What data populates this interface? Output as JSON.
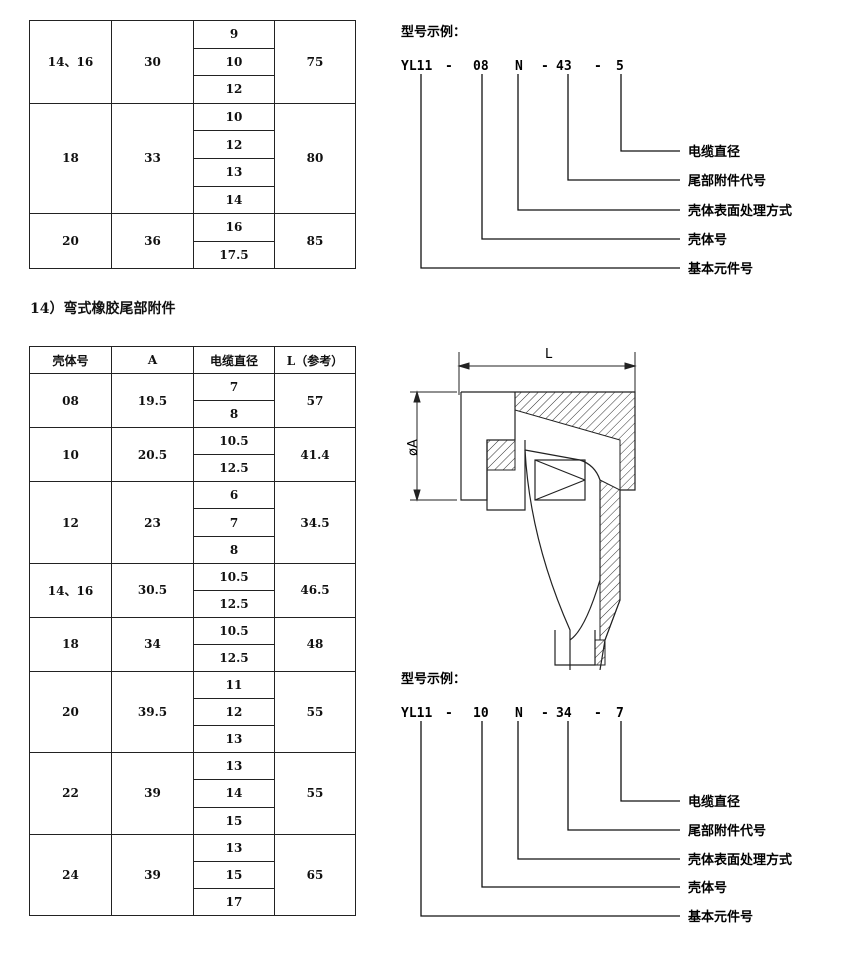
{
  "table1": {
    "rows": [
      {
        "shell": "14、16",
        "a": "30",
        "cables": [
          "9",
          "10",
          "12"
        ],
        "l": "75"
      },
      {
        "shell": "18",
        "a": "33",
        "cables": [
          "10",
          "12",
          "13",
          "14"
        ],
        "l": "80"
      },
      {
        "shell": "20",
        "a": "36",
        "cables": [
          "16",
          "17.5"
        ],
        "l": "85"
      }
    ]
  },
  "section14": {
    "title": "14）弯式橡胶尾部附件"
  },
  "table2": {
    "headers": [
      "壳体号",
      "A",
      "电缆直径",
      "L（参考）"
    ],
    "rows": [
      {
        "shell": "08",
        "a": "19.5",
        "cables": [
          "7",
          "8"
        ],
        "l": "57"
      },
      {
        "shell": "10",
        "a": "20.5",
        "cables": [
          "10.5",
          "12.5"
        ],
        "l": "41.4"
      },
      {
        "shell": "12",
        "a": "23",
        "cables": [
          "6",
          "7",
          "8"
        ],
        "l": "34.5"
      },
      {
        "shell": "14、16",
        "a": "30.5",
        "cables": [
          "10.5",
          "12.5"
        ],
        "l": "46.5"
      },
      {
        "shell": "18",
        "a": "34",
        "cables": [
          "10.5",
          "12.5"
        ],
        "l": "48"
      },
      {
        "shell": "20",
        "a": "39.5",
        "cables": [
          "11",
          "12",
          "13"
        ],
        "l": "55"
      },
      {
        "shell": "22",
        "a": "39",
        "cables": [
          "13",
          "14",
          "15"
        ],
        "l": "55"
      },
      {
        "shell": "24",
        "a": "39",
        "cables": [
          "13",
          "15",
          "17"
        ],
        "l": "65"
      }
    ]
  },
  "example1": {
    "title": "型号示例：",
    "parts": [
      "YL11",
      "-",
      "08",
      "N",
      "-",
      "43",
      "-",
      "5"
    ],
    "labels": [
      "电缆直径",
      "尾部附件代号",
      "壳体表面处理方式",
      "壳体号",
      "基本元件号"
    ]
  },
  "example2": {
    "title": "型号示例：",
    "parts": [
      "YL11",
      "-",
      "10",
      "N",
      "-",
      "34",
      "-",
      "7"
    ],
    "labels": [
      "电缆直径",
      "尾部附件代号",
      "壳体表面处理方式",
      "壳体号",
      "基本元件号"
    ]
  },
  "drawing": {
    "dim_l": "L",
    "dim_a": "øA"
  }
}
